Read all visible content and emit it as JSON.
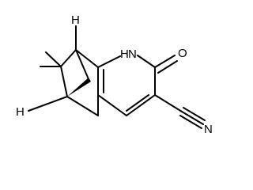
{
  "molecule": {
    "atoms": {
      "h_top": "H",
      "h_left": "H",
      "nh": "H",
      "n_ring": "N",
      "o": "O",
      "n_nitrile": "N"
    }
  }
}
